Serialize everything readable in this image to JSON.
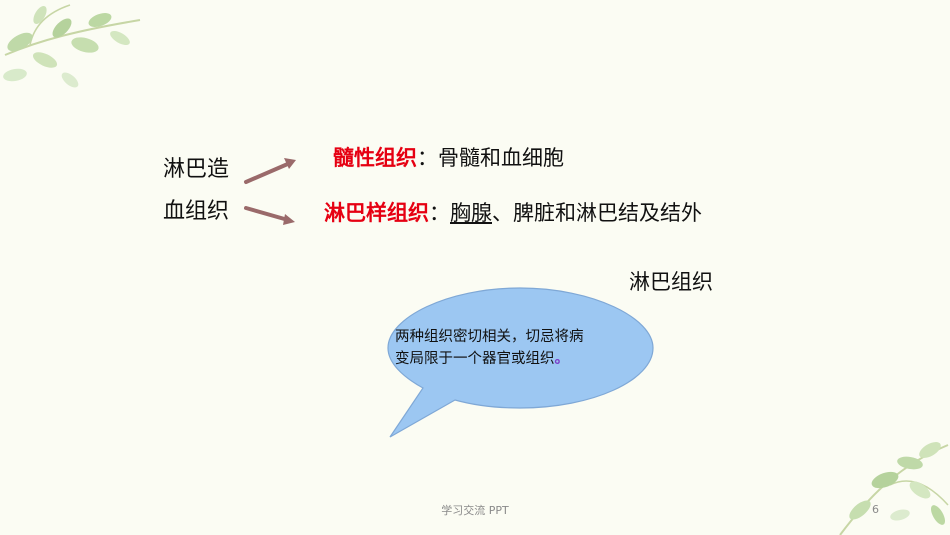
{
  "left_label": {
    "line1": "淋巴造",
    "line2": "血组织"
  },
  "branches": [
    {
      "red": "髓性组织",
      "colon": "：",
      "rest_before": "骨髓和血细胞",
      "underlined": "",
      "rest_after": ""
    },
    {
      "red": "淋巴样组织",
      "colon": "：",
      "rest_before": "",
      "underlined": "胸腺",
      "rest_after": "、脾脏和淋巴结及结外"
    }
  ],
  "sub_label": "淋巴组织",
  "callout": {
    "line1": "两种组织密切相关，切忌将病",
    "line2": "变局限于一个器官或组织",
    "end_mark": "。"
  },
  "footer": "学习交流 PPT",
  "page_number": "6",
  "colors": {
    "accent_red": "#E60012",
    "arrow": "#9A6A6A",
    "callout_fill": "#9CC7F2",
    "callout_stroke": "#7FA8D6"
  }
}
